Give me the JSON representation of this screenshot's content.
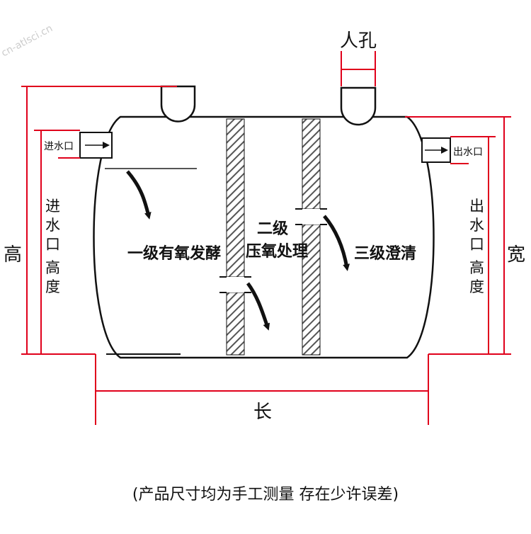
{
  "labels": {
    "manhole": "人孔",
    "inlet": "进水口",
    "outlet": "出水口",
    "stage1": "一级有氧发酵",
    "stage2_line1": "二级",
    "stage2_line2": "压氧处理",
    "stage3": "三级澄清",
    "height": "高",
    "width": "宽",
    "length": "长",
    "inlet_height": [
      "进",
      "水",
      "口",
      "高",
      "度"
    ],
    "outlet_height": [
      "出",
      "水",
      "口",
      "高",
      "度"
    ]
  },
  "caption": "(产品尺寸均为手工测量 存在少许误差)",
  "watermark": "cn-atlsci.cn",
  "colors": {
    "dimension": "#e0001b",
    "outline": "#111111",
    "hatch": "#555555"
  }
}
